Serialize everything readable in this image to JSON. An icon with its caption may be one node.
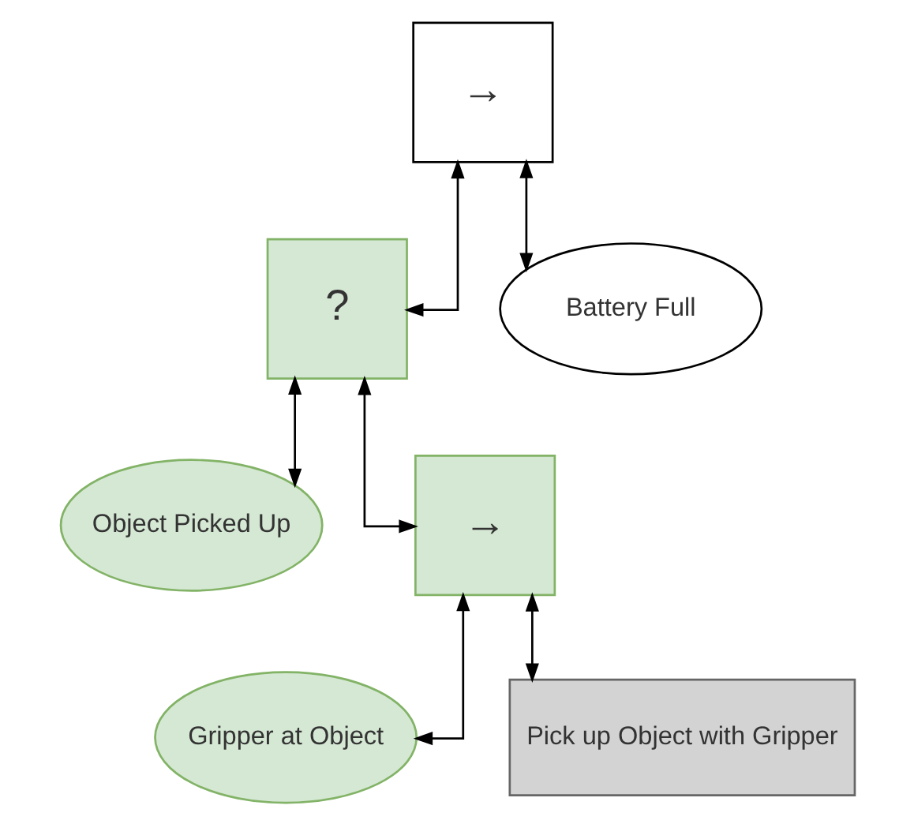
{
  "diagram": {
    "nodes": [
      {
        "text": [
          "→"
        ]
      },
      {
        "text": [
          "?"
        ]
      },
      {
        "text": [
          "Battery Full"
        ]
      },
      {
        "text": [
          "Object Picked Up"
        ]
      },
      {
        "text": [
          "→"
        ]
      },
      {
        "text": [
          "Gripper at Object"
        ]
      },
      {
        "text": [
          "Pick up Object with Gripper"
        ]
      }
    ],
    "edges": [
      {
        "from": 0,
        "to": 1,
        "arrow": "both"
      },
      {
        "from": 0,
        "to": 2,
        "arrow": "both"
      },
      {
        "from": 1,
        "to": 3,
        "arrow": "both"
      },
      {
        "from": 1,
        "to": 4,
        "arrow": "both"
      },
      {
        "from": 4,
        "to": 5,
        "arrow": "both"
      },
      {
        "from": 4,
        "to": 6,
        "arrow": "both"
      }
    ]
  }
}
